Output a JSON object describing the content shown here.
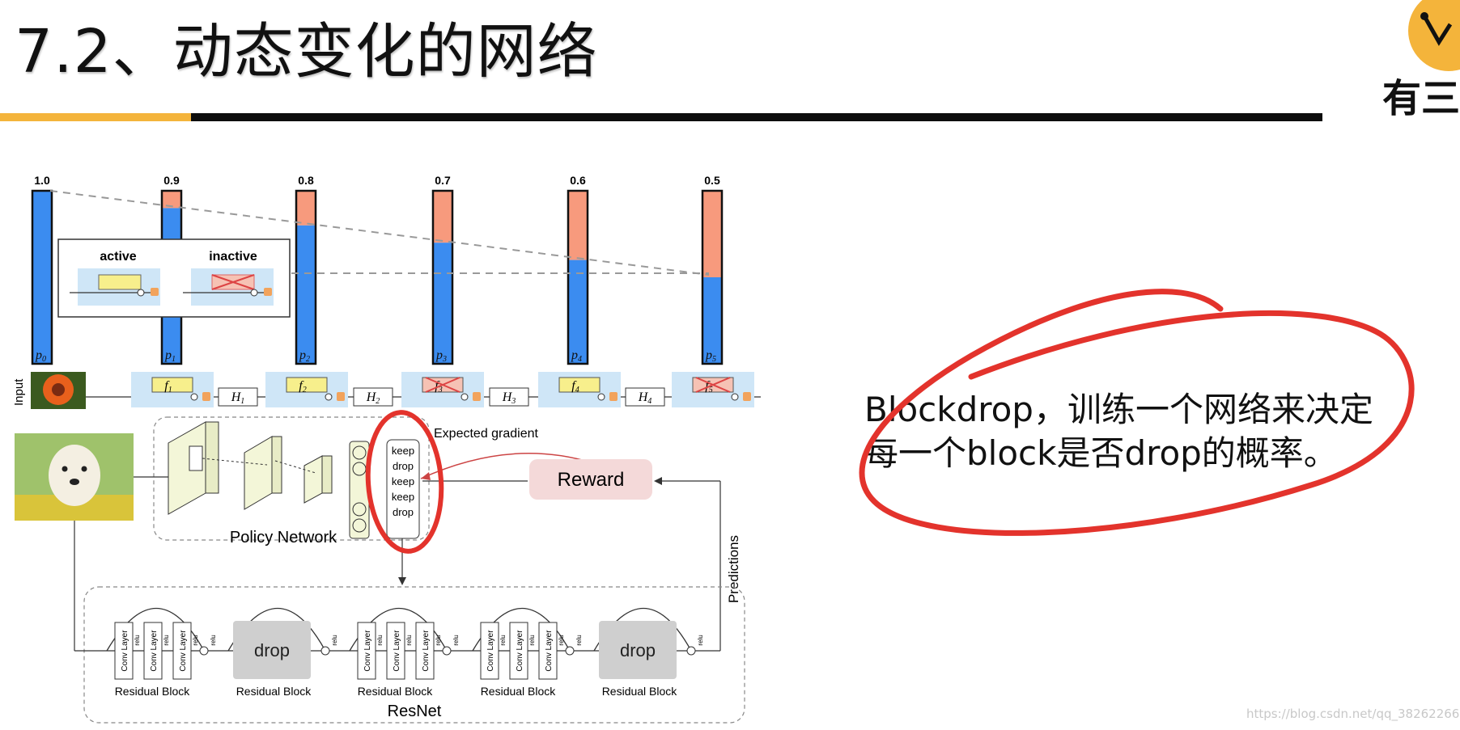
{
  "slide": {
    "title": "7.2、动态变化的网络",
    "logo_text": "有三",
    "note_line1": "Blockdrop，训练一个网络来决定",
    "note_line2": "每一个block是否drop的概率。",
    "watermark": "https://blog.csdn.net/qq_38262266"
  },
  "diagram": {
    "probabilities": [
      {
        "value": 1.0,
        "label": "1.0",
        "name": "p0",
        "sub": "0"
      },
      {
        "value": 0.9,
        "label": "0.9",
        "name": "p1",
        "sub": "1"
      },
      {
        "value": 0.8,
        "label": "0.8",
        "name": "p2",
        "sub": "2"
      },
      {
        "value": 0.7,
        "label": "0.7",
        "name": "p3",
        "sub": "3"
      },
      {
        "value": 0.6,
        "label": "0.6",
        "name": "p4",
        "sub": "4"
      },
      {
        "value": 0.5,
        "label": "0.5",
        "name": "p5",
        "sub": "5"
      }
    ],
    "legend": {
      "active": "active",
      "inactive": "inactive"
    },
    "input_label": "Input",
    "blocks": [
      {
        "f": "f",
        "sub": "1",
        "dropped": false
      },
      {
        "f": "f",
        "sub": "2",
        "dropped": false
      },
      {
        "f": "f",
        "sub": "3",
        "dropped": true
      },
      {
        "f": "f",
        "sub": "4",
        "dropped": false
      },
      {
        "f": "f",
        "sub": "5",
        "dropped": true
      }
    ],
    "H": [
      {
        "h": "H",
        "sub": "1"
      },
      {
        "h": "H",
        "sub": "2"
      },
      {
        "h": "H",
        "sub": "3"
      },
      {
        "h": "H",
        "sub": "4"
      }
    ],
    "policy": {
      "network_label": "Policy Network",
      "actions": [
        "keep",
        "drop",
        "keep",
        "keep",
        "drop"
      ],
      "expected_gradient": "Expected gradient",
      "reward": "Reward",
      "predictions": "Predictions"
    },
    "resnet": {
      "label": "ResNet",
      "conv_layer": "Conv Layer",
      "relu": "relu",
      "drop": "drop",
      "residual_block": "Residual Block",
      "blocks": [
        {
          "dropped": false
        },
        {
          "dropped": true
        },
        {
          "dropped": false
        },
        {
          "dropped": false
        },
        {
          "dropped": true
        }
      ]
    }
  },
  "colors": {
    "bar_blue": "#3b8cf0",
    "bar_salmon": "#f79a7d",
    "block_bg": "#cfe6f7",
    "f_yellow": "#f7ef8c",
    "reward_bg": "#f4d9d9",
    "accent_gold": "#f4b43b",
    "circle_red": "#e3332c"
  }
}
